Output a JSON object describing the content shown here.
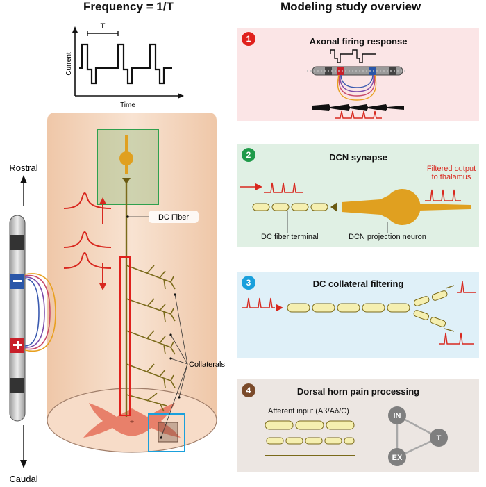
{
  "left": {
    "title": "Frequency = 1/T",
    "waveform": {
      "period_label": "T",
      "y_axis_label": "Current",
      "x_axis_label": "Time"
    },
    "spinal_labels": {
      "rostral": "Rostral",
      "caudal": "Caudal",
      "dc_fiber": "DC Fiber",
      "collaterals": "Collaterals"
    }
  },
  "right": {
    "title": "Modeling study overview",
    "panels": [
      {
        "number": "1",
        "title": "Axonal firing response",
        "color": "#e0201c",
        "bg": "#fbe5e6"
      },
      {
        "number": "2",
        "title": "DCN synapse",
        "color": "#1f9a49",
        "bg": "#e0f0e4",
        "labels": {
          "output": "Filtered output to thalamus",
          "terminal": "DC fiber terminal",
          "neuron": "DCN projection neuron"
        }
      },
      {
        "number": "3",
        "title": "DC collateral filtering",
        "color": "#1aa0dc",
        "bg": "#dff0f8"
      },
      {
        "number": "4",
        "title": "Dorsal horn pain processing",
        "color": "#7a4a2a",
        "bg": "#ece6e2",
        "labels": {
          "afferent": "Afferent input (Aβ/Aδ/C)",
          "nodes": [
            "IN",
            "T",
            "EX"
          ]
        }
      }
    ]
  },
  "colors": {
    "fiber": "#7a6a1a",
    "neuron": "#e0a020",
    "spike": "#d8281f",
    "anode": "#c8202a",
    "cathode": "#2a56a8",
    "tissue": "#f6dcc6"
  }
}
